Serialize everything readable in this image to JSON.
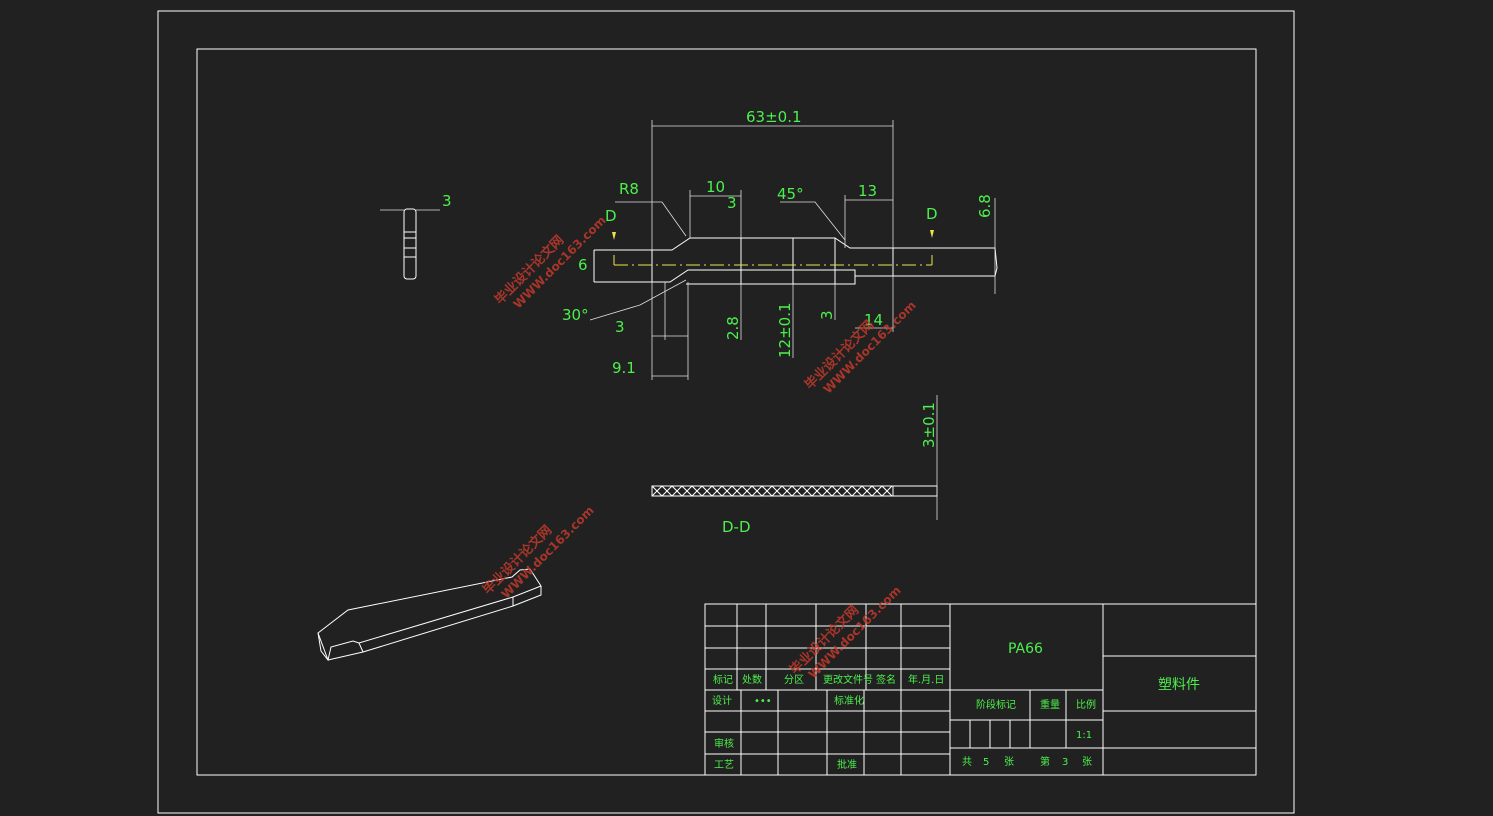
{
  "dimensions": {
    "overall_length": "63±0.1",
    "radius": "R8",
    "length_10": "10",
    "depth_3_top": "3",
    "angle_45": "45°",
    "length_13": "13",
    "section_mark_left": "D",
    "section_mark_right": "D",
    "height_6_8": "6.8",
    "left_6": "6",
    "angle_30": "30°",
    "length_3": "3",
    "length_9_1": "9.1",
    "height_2_8": "2.8",
    "height_12": "12±0.1",
    "depth_3_mid": "3",
    "length_14": "14",
    "side_width_3": "3",
    "section_thickness": "3±0.1",
    "section_label": "D-D"
  },
  "title_block": {
    "material": "PA66",
    "part_name": "塑料件",
    "headers": [
      "标记",
      "处数",
      "分区",
      "更改文件号",
      "签名",
      "年.月.日"
    ],
    "row_design_label": "设计",
    "row_design_mark": "•••",
    "row_standard_label": "标准化",
    "row_review_label": "审核",
    "row_process_label": "工艺",
    "row_approve_label": "批准",
    "stage_label": "阶段标记",
    "weight_label": "重量",
    "scale_label": "比例",
    "scale_value": "1:1",
    "total_label": "共",
    "total_value": "5",
    "sheet_unit": "张",
    "sheet_label": "第",
    "sheet_value": "3",
    "sheet_unit2": "张"
  },
  "watermark": {
    "line1": "毕业设计论文网",
    "line2": "WWW.doc163.com"
  }
}
